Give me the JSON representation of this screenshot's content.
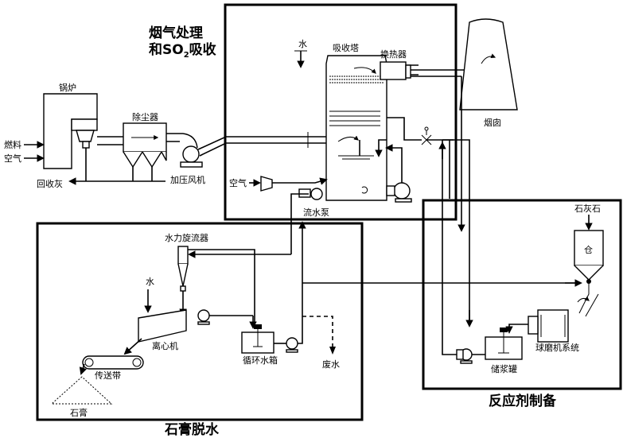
{
  "labels": {
    "flue_title_1": "烟气处理",
    "flue_title_2_pre": "和SO",
    "flue_title_2_sub": "2",
    "flue_title_2_post": "吸收",
    "boiler": "锅炉",
    "fuel": "燃料",
    "air_left": "空气",
    "ash": "回收灰",
    "dust_collector": "除尘器",
    "fan": "加压风机",
    "water_top": "水",
    "absorber": "吸收塔",
    "heat_exchanger": "换热器",
    "chimney": "烟囱",
    "air_mid": "空气",
    "pump": "流水泵",
    "hydrocyclone": "水力旋流器",
    "water_gyp": "水",
    "centrifuge": "离心机",
    "conveyor": "传送带",
    "gypsum": "石膏",
    "circ_tank": "循环水箱",
    "waste_water": "废水",
    "gypsum_title": "石膏脱水",
    "limestone": "石灰石",
    "silo": "仓",
    "ball_mill": "球磨机系统",
    "slurry_tank": "储浆罐",
    "reagent_title": "反应剂制备"
  }
}
